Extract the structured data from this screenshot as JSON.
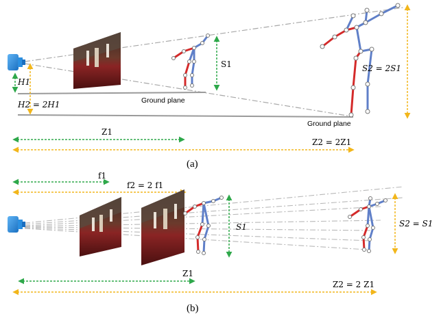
{
  "colors": {
    "green": "#2ea84a",
    "yellow": "#f2b61b",
    "camera": "#2b8fe0",
    "red_limb": "#d42a2a",
    "blue_limb": "#5f7fc8",
    "ground": "#9a9a9a",
    "ray": "#a7a7a7"
  },
  "panel_a": {
    "caption": "(a)",
    "h1": "H1",
    "h2": "H2 = 2H1",
    "s1": "S1",
    "s2": "S2 = 2S1",
    "ground_plane_near": "Ground plane",
    "ground_plane_far": "Ground plane",
    "z1": "Z1",
    "z2": "Z2 = 2Z1"
  },
  "panel_b": {
    "caption": "(b)",
    "f1": "f1",
    "f2": "f2 = 2 f1",
    "s1": "S1",
    "s2": "S2 = S1",
    "z1": "Z1",
    "z2": "Z2 = 2 Z1"
  }
}
